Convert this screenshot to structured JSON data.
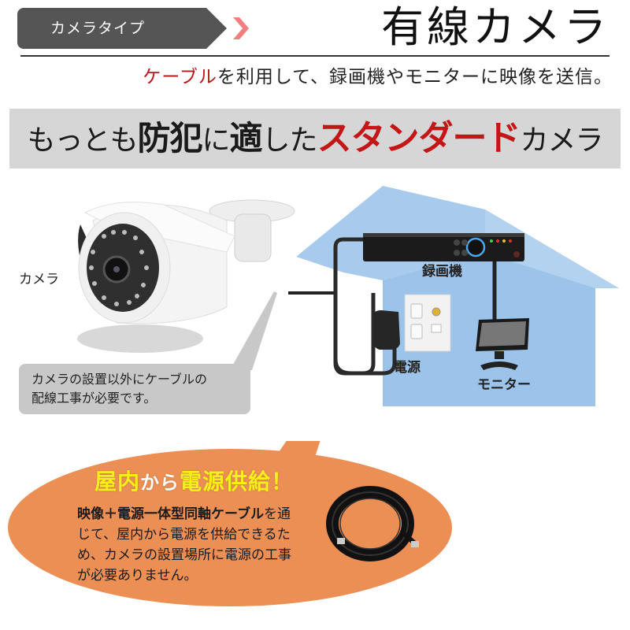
{
  "header": {
    "tag_label": "カメラタイプ",
    "title": "有線カメラ",
    "subtitle": {
      "highlight": "ケーブル",
      "rest": "を利用して、録画機やモニターに映像を送信。"
    }
  },
  "banner": {
    "part1": "もっとも",
    "part2": "防犯",
    "part3": "に",
    "part4": "適",
    "part5": "した",
    "highlight": "スタンダード",
    "part6": "カメラ"
  },
  "diagram": {
    "camera_label": "カメラ",
    "recorder_label": "録画機",
    "power_label": "電源",
    "monitor_label": "モニター",
    "note_line1": "カメラの設置以外にケーブルの",
    "note_line2": "配線工事が必要です。"
  },
  "callout": {
    "title_part1": "屋内",
    "title_part2": "から",
    "title_part3": "電源供給！",
    "body_bold": "映像＋電源一体型同軸ケーブル",
    "body_line1_rest": "を通",
    "body_line2": "じて、屋内から電源を供給できるた",
    "body_line3": "め、カメラの設置場所に電源の工事",
    "body_line4": "が必要ありません。"
  },
  "colors": {
    "accent_red": "#c41616",
    "tag_gray": "#555555",
    "banner_gray": "#d6d6d6",
    "house_blue": "#a8cbed",
    "bubble_orange": "#ec8f55",
    "callout_yellow": "#f5f01a",
    "arrow_pink": "#f08080"
  }
}
